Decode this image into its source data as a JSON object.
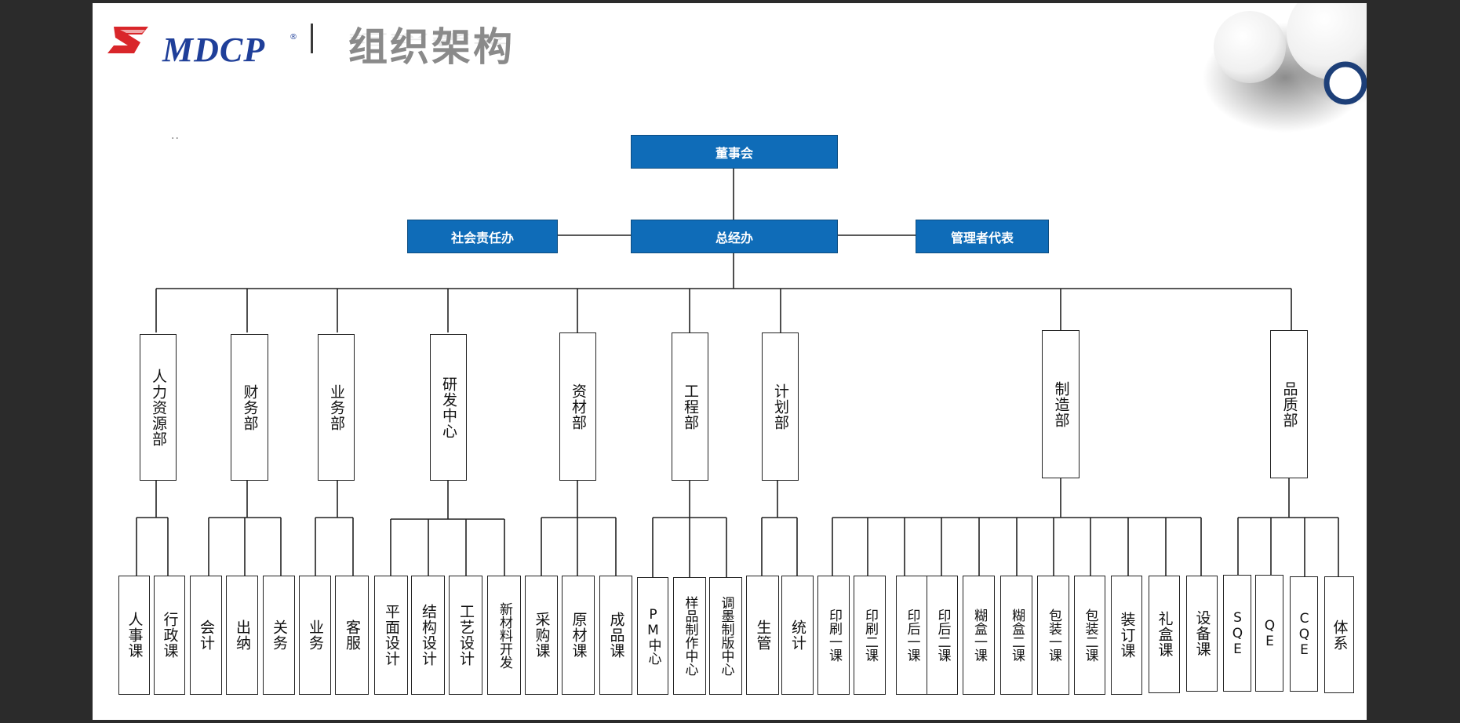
{
  "header": {
    "logo_text": "MDCP",
    "logo_mark": "®",
    "title": "组织架构",
    "dots": ".."
  },
  "org": {
    "top": "董事会",
    "gm": "总经办",
    "left_aux": "社会责任办",
    "right_aux": "管理者代表",
    "departments": [
      {
        "name": "人力资源部",
        "units": [
          "人事课",
          "行政课"
        ]
      },
      {
        "name": "财务部",
        "units": [
          "会计",
          "出纳",
          "关务"
        ]
      },
      {
        "name": "业务部",
        "units": [
          "业务",
          "客服"
        ]
      },
      {
        "name": "研发中心",
        "units": [
          "平面设计",
          "结构设计",
          "工艺设计",
          "新材料开发"
        ]
      },
      {
        "name": "资材部",
        "units": [
          "采购课",
          "原材课",
          "成品课"
        ]
      },
      {
        "name": "工程部",
        "units": [
          "PM中心",
          "样品制作中心",
          "调墨制版中心"
        ]
      },
      {
        "name": "计划部",
        "units": [
          "生管",
          "统计"
        ]
      },
      {
        "name": "制造部",
        "units": [
          "印刷一课",
          "印刷二课",
          "印后一课",
          "印后二课",
          "糊盒一课",
          "糊盒二课",
          "包装一课",
          "包装二课",
          "装订课",
          "礼盒课",
          "设备课"
        ]
      },
      {
        "name": "品质部",
        "units": [
          "SQE",
          "QE",
          "CQE",
          "体系"
        ]
      }
    ]
  },
  "colors": {
    "box_blue": "#0f6cb8",
    "logo_red": "#d9262a",
    "logo_blue": "#1f3f99",
    "ring_navy": "#1d3f78"
  }
}
